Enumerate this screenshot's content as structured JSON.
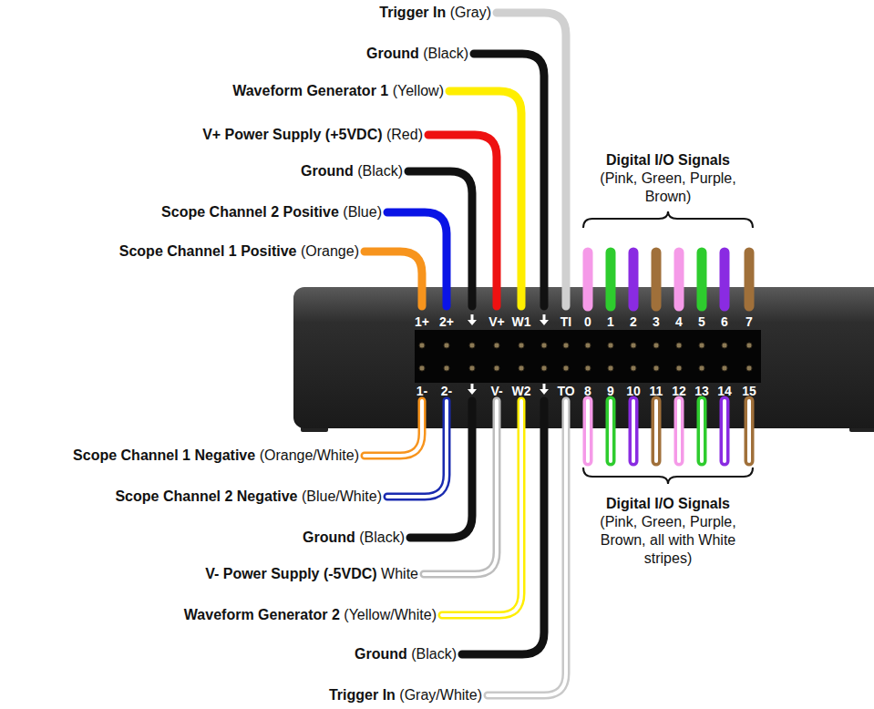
{
  "diagram": {
    "labels": [
      "Trigger In",
      "(Gray)",
      "Ground",
      "(Black)",
      "Waveform Generator 1",
      "(Yellow)",
      "V+ Power Supply (+5VDC)",
      "(Red)",
      "Ground",
      "(Black)",
      "Scope Channel 2 Positive",
      "(Blue)",
      "Scope Channel 1 Positive",
      "(Orange)",
      "Scope Channel 1 Negative",
      "(Orange/White)",
      "Scope Channel 2 Negative",
      "(Blue/White)",
      "Ground",
      "(Black)",
      "V- Power Supply (-5VDC)",
      "White",
      "Waveform Generator 2",
      "(Yellow/White)",
      "Ground",
      "(Black)",
      "Trigger In",
      "(Gray/White)",
      "Digital I/O Signals",
      "(Pink, Green, Purple, Brown)",
      "Digital I/O Signals",
      "(Pink, Green, Purple, Brown, all with White stripes)",
      "1+",
      "2+",
      "V+",
      "W1",
      "TI",
      "0",
      "1",
      "2",
      "3",
      "4",
      "5",
      "6",
      "7",
      "1-",
      "2-",
      "V-",
      "W2",
      "TO",
      "8",
      "9",
      "10",
      "11",
      "12",
      "13",
      "14",
      "15"
    ]
  }
}
